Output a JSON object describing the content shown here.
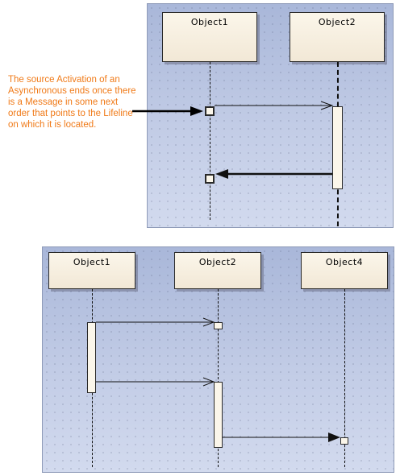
{
  "diagram_top": {
    "objects": [
      "Object1",
      "Object2"
    ],
    "note": "The source Activation of an Asynchronous ends once there is a Message in some next order that points to the Lifeline on which it is located."
  },
  "diagram_bottom": {
    "objects": [
      "Object1",
      "Object2",
      "Object4"
    ]
  },
  "colors": {
    "note_text": "#f07a18",
    "object_fill": "#f2e8d6",
    "panel_background": "#c2cce6"
  }
}
